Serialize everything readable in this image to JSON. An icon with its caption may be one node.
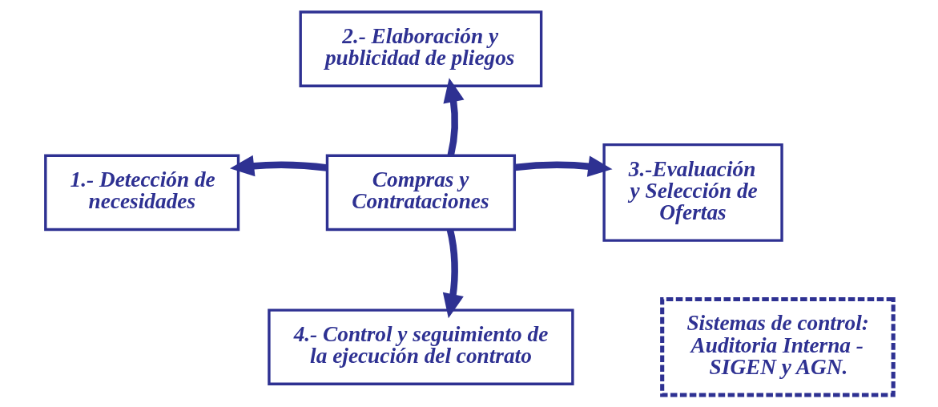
{
  "diagram": {
    "nodes": [
      {
        "text": [
          "Compras y Contrataciones"
        ]
      },
      {
        "text": [
          "1.- Detección de necesidades"
        ]
      },
      {
        "text": [
          "2.- Elaboración y publicidad de pliegos"
        ]
      },
      {
        "text": [
          "3.-Evaluación y Selección de Ofertas"
        ]
      },
      {
        "text": [
          "4.- Control y seguimiento de la ejecución del contrato"
        ]
      },
      {
        "text": [
          "Sistemas de control: Auditoria Interna - SIGEN y AGN."
        ]
      }
    ],
    "edges": [
      {
        "from": 0,
        "to": 1,
        "arrow": "to"
      },
      {
        "from": 0,
        "to": 2,
        "arrow": "to"
      },
      {
        "from": 0,
        "to": 3,
        "arrow": "to"
      },
      {
        "from": 0,
        "to": 4,
        "arrow": "to"
      }
    ]
  }
}
